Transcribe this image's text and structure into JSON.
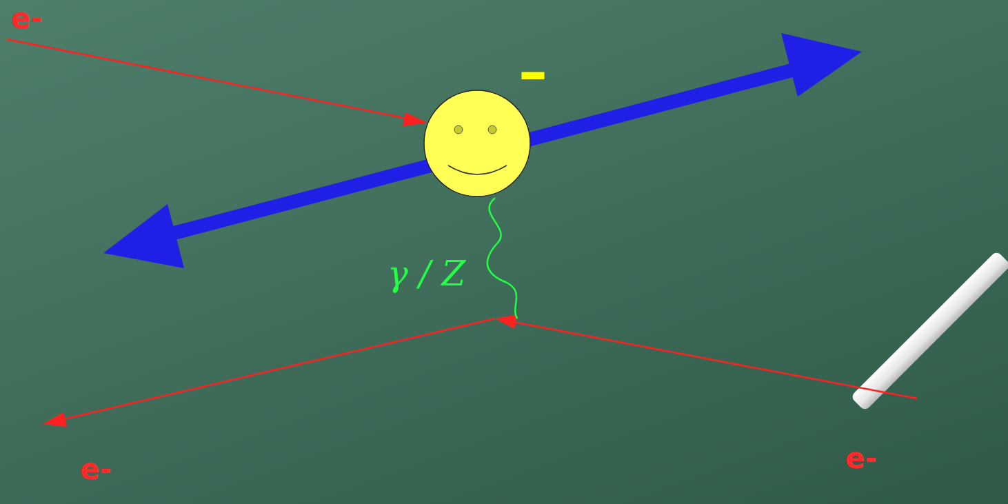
{
  "diagram": {
    "labels": [
      "e-",
      "–",
      "γ / Z",
      "e-",
      "e-"
    ]
  }
}
